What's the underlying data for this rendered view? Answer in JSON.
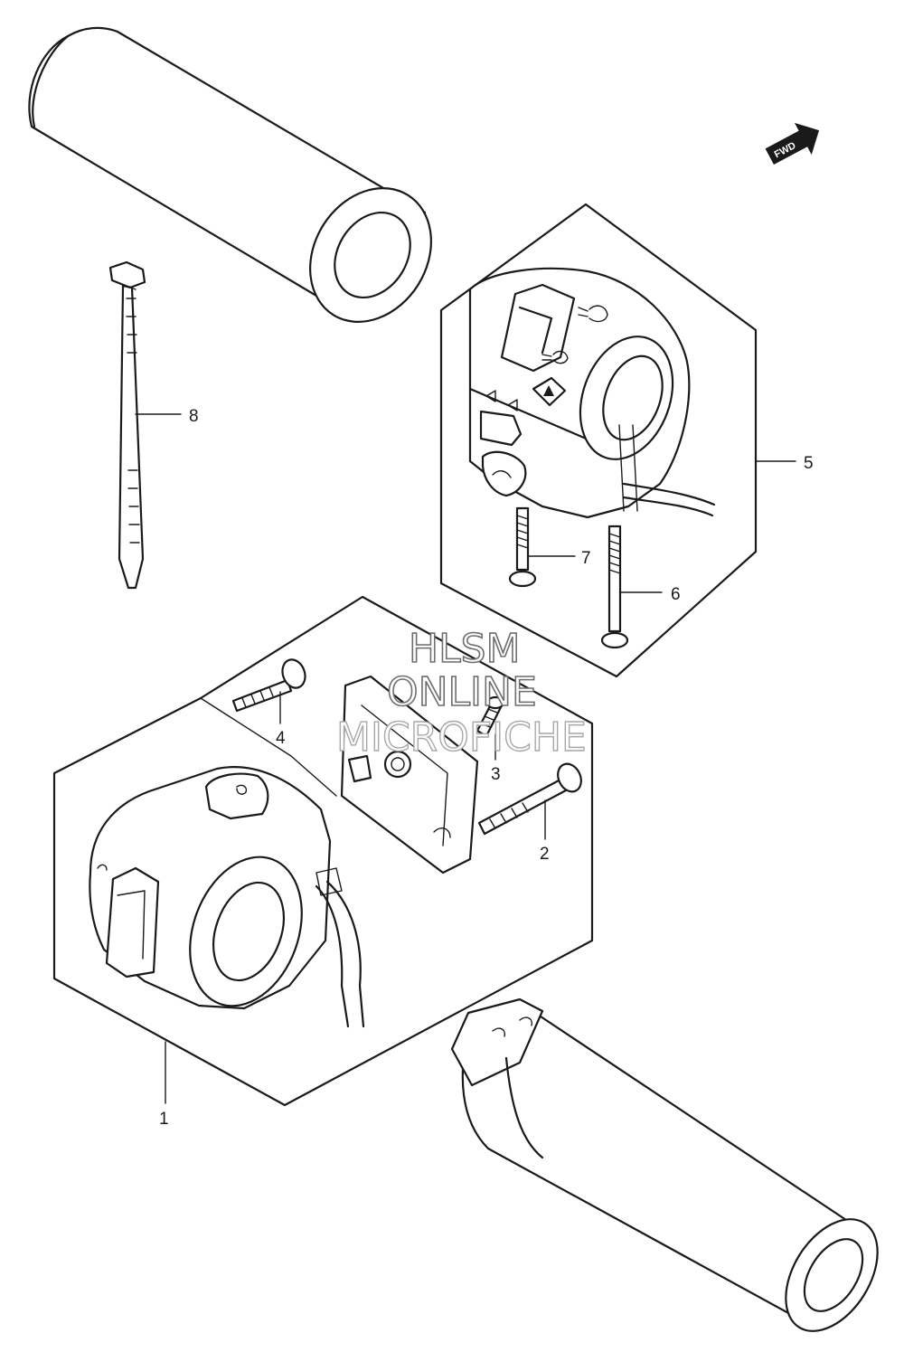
{
  "callouts": [
    {
      "id": "1",
      "label": "1"
    },
    {
      "id": "2",
      "label": "2"
    },
    {
      "id": "3",
      "label": "3"
    },
    {
      "id": "4",
      "label": "4"
    },
    {
      "id": "5",
      "label": "5"
    },
    {
      "id": "6",
      "label": "6"
    },
    {
      "id": "7",
      "label": "7"
    },
    {
      "id": "8",
      "label": "8"
    }
  ],
  "fwd_badge": {
    "label": "FWD"
  },
  "watermark": {
    "line1": "HLSM",
    "line2": "ONLINE",
    "line3": "MICROFICHE"
  },
  "colors": {
    "line": "#1a1a1a",
    "background": "#ffffff",
    "watermark_outline": "#6e6e6e"
  }
}
